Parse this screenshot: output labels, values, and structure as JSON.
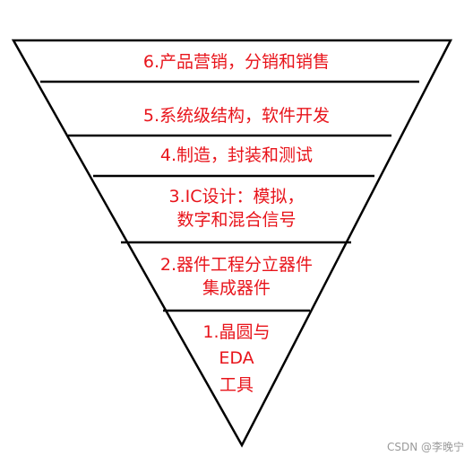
{
  "levels": [
    {
      "label": "6.产品营销，分销和销售"
    },
    {
      "label": "5.系统级结构，软件开发"
    },
    {
      "label": "4.制造，封装和测试"
    },
    {
      "label": "3.IC设计：模拟，\n数字和混合信号"
    },
    {
      "label": "2.器件工程分立器件\n集成器件"
    },
    {
      "label": "1.晶圆与\nEDA\n工具"
    }
  ],
  "watermark": "CSDN @李晚宁",
  "colors": {
    "text": "#e8141b",
    "line": "#000000"
  }
}
